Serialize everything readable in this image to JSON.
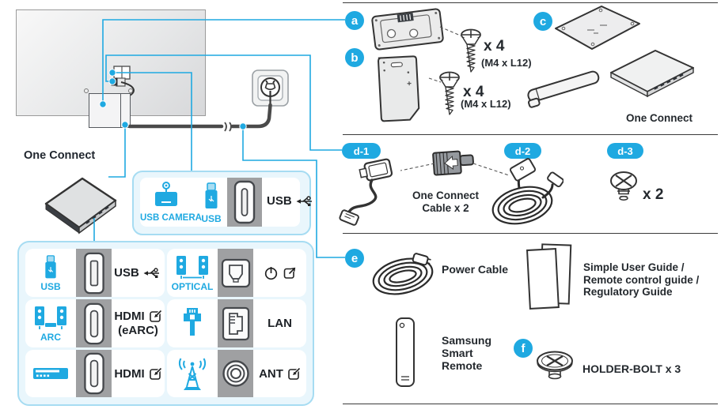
{
  "colors": {
    "accent": "#1fa9e1",
    "panel_border": "#a6dcf2",
    "panel_bg": "#e9f6fc",
    "strip_gray": "#9fa0a2"
  },
  "labels": {
    "one_connect_left": "One Connect",
    "one_connect_right": "One Connect"
  },
  "badges": {
    "a": "a",
    "b": "b",
    "c": "c",
    "d1": "d-1",
    "d2": "d-2",
    "d3": "d-3",
    "e": "e",
    "f": "f"
  },
  "parts": {
    "screw_a_qty": "x 4",
    "screw_a_spec": "(M4 x L12)",
    "screw_b_qty": "x 4",
    "screw_b_spec": "(M4 x L12)",
    "cable_line1": "One Connect",
    "cable_line2": "Cable x 2",
    "d3_qty": "x 2",
    "power_cable": "Power Cable",
    "guide1": "Simple User Guide /",
    "guide2": "Remote control guide /",
    "guide3": "Regulatory Guide",
    "remote1": "Samsung",
    "remote2": "Smart",
    "remote3": "Remote",
    "holder_bolt": "HOLDER-BOLT x 3"
  },
  "top_panel": {
    "usb_camera": "USB CAMERA",
    "usb": "USB",
    "port_label": "USB"
  },
  "grid": {
    "r1c1": {
      "icon_label": "USB",
      "port_label": "USB"
    },
    "r1c2": {
      "icon_label": "OPTICAL"
    },
    "r2c1": {
      "icon_label": "ARC",
      "port_label": "HDMI",
      "port_label2": "(eARC)"
    },
    "r2c2": {
      "port_label": "LAN"
    },
    "r3c1": {
      "port_label": "HDMI"
    },
    "r3c2": {
      "port_label": "ANT"
    }
  }
}
